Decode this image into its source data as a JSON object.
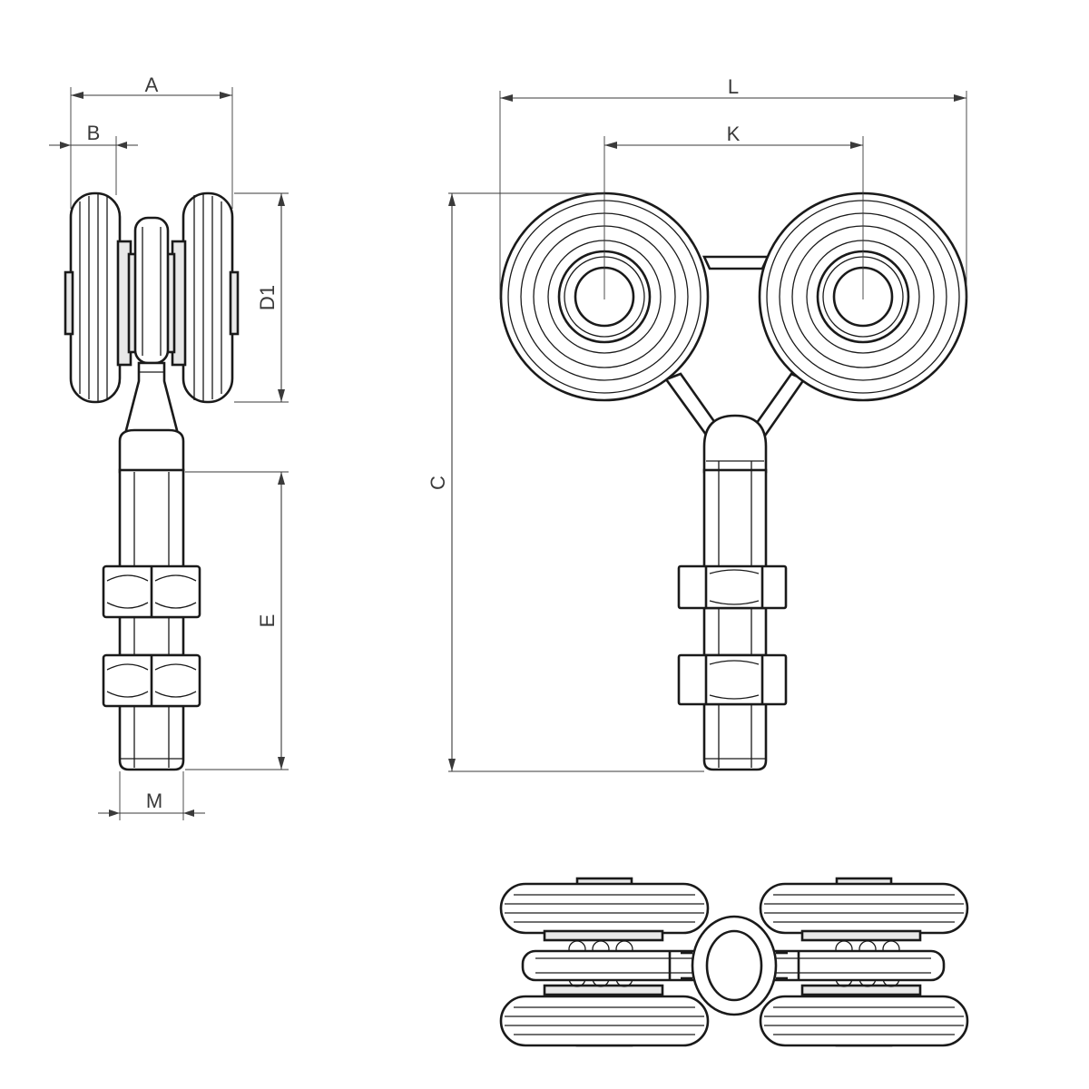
{
  "dimensions": {
    "A": "A",
    "B": "B",
    "D1": "D1",
    "E": "E",
    "M": "M",
    "L": "L",
    "K": "K",
    "C": "C"
  },
  "colors": {
    "line": "#1a1a1a",
    "dimension": "#3a3a3a",
    "background": "#ffffff"
  }
}
